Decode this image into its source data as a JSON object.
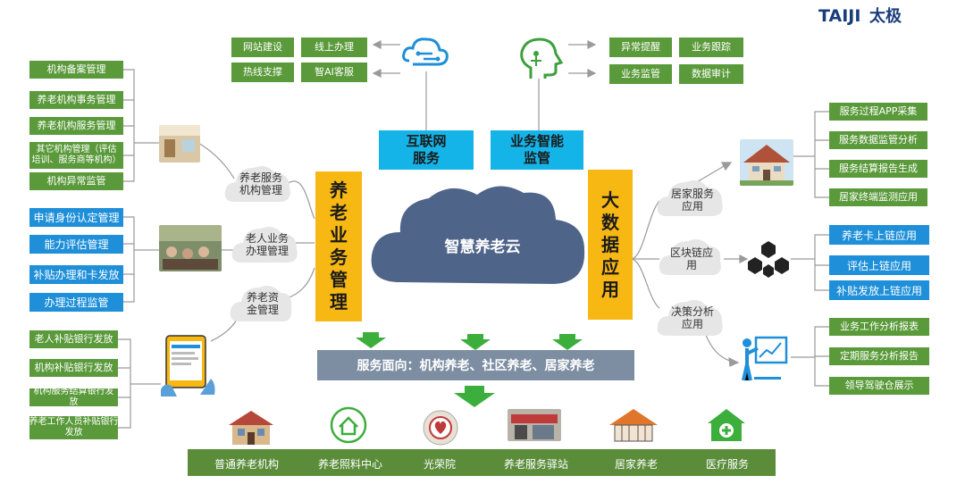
{
  "logo": {
    "text_en": "TAIJI",
    "text_cn": "太极"
  },
  "center": {
    "label": "智慧养老云"
  },
  "top_left": {
    "title": "互联网\n服务",
    "items": [
      "网站建设",
      "线上办理",
      "热线支撑",
      "智AI客服"
    ]
  },
  "top_right": {
    "title": "业务智能\n监管",
    "items": [
      "异常提醒",
      "业务跟踪",
      "业务监管",
      "数据审计"
    ]
  },
  "left_main": {
    "title": "养\n老\n业\n务\n管\n理",
    "clouds": [
      "养老服务\n机构管理",
      "老人业务\n办理管理",
      "养老资\n金管理"
    ],
    "group1": [
      "机构备案管理",
      "养老机构事务管理",
      "养老机构服务管理",
      "其它机构管理（评估\n培训、服务商等机构）",
      "机构异常监管"
    ],
    "group2": [
      "申请身份认定管理",
      "能力评估管理",
      "补贴办理和卡发放",
      "办理过程监管"
    ],
    "group3": [
      "老人补贴银行发放",
      "机构补贴银行发放",
      "机构服务结算银行发放",
      "养老工作人员补贴银行\n发放"
    ]
  },
  "right_main": {
    "title": "大\n数\n据\n应\n用",
    "clouds": [
      "居家服务\n应用",
      "区块链应\n用",
      "决策分析\n应用"
    ],
    "group1": [
      "服务过程APP采集",
      "服务数据监管分析",
      "服务结算报告生成",
      "居家终端监测应用"
    ],
    "group2": [
      "养老卡上链应用",
      "评估上链应用",
      "补贴发放上链应用"
    ],
    "group3": [
      "业务工作分析报表",
      "定期服务分析报告",
      "领导驾驶仓展示"
    ]
  },
  "service_bar": {
    "label": "服务面向：机构养老、社区养老、居家养老"
  },
  "bottom": {
    "items": [
      "普通养老机构",
      "养老照料中心",
      "光荣院",
      "养老服务驿站",
      "居家养老",
      "医疗服务"
    ]
  },
  "colors": {
    "green": "#5a9a3a",
    "blue": "#1e8fd8",
    "cyan": "#15b4e8",
    "yellow": "#f8b814",
    "cloud": "#4f6489",
    "logo": "#1a3d7c"
  }
}
